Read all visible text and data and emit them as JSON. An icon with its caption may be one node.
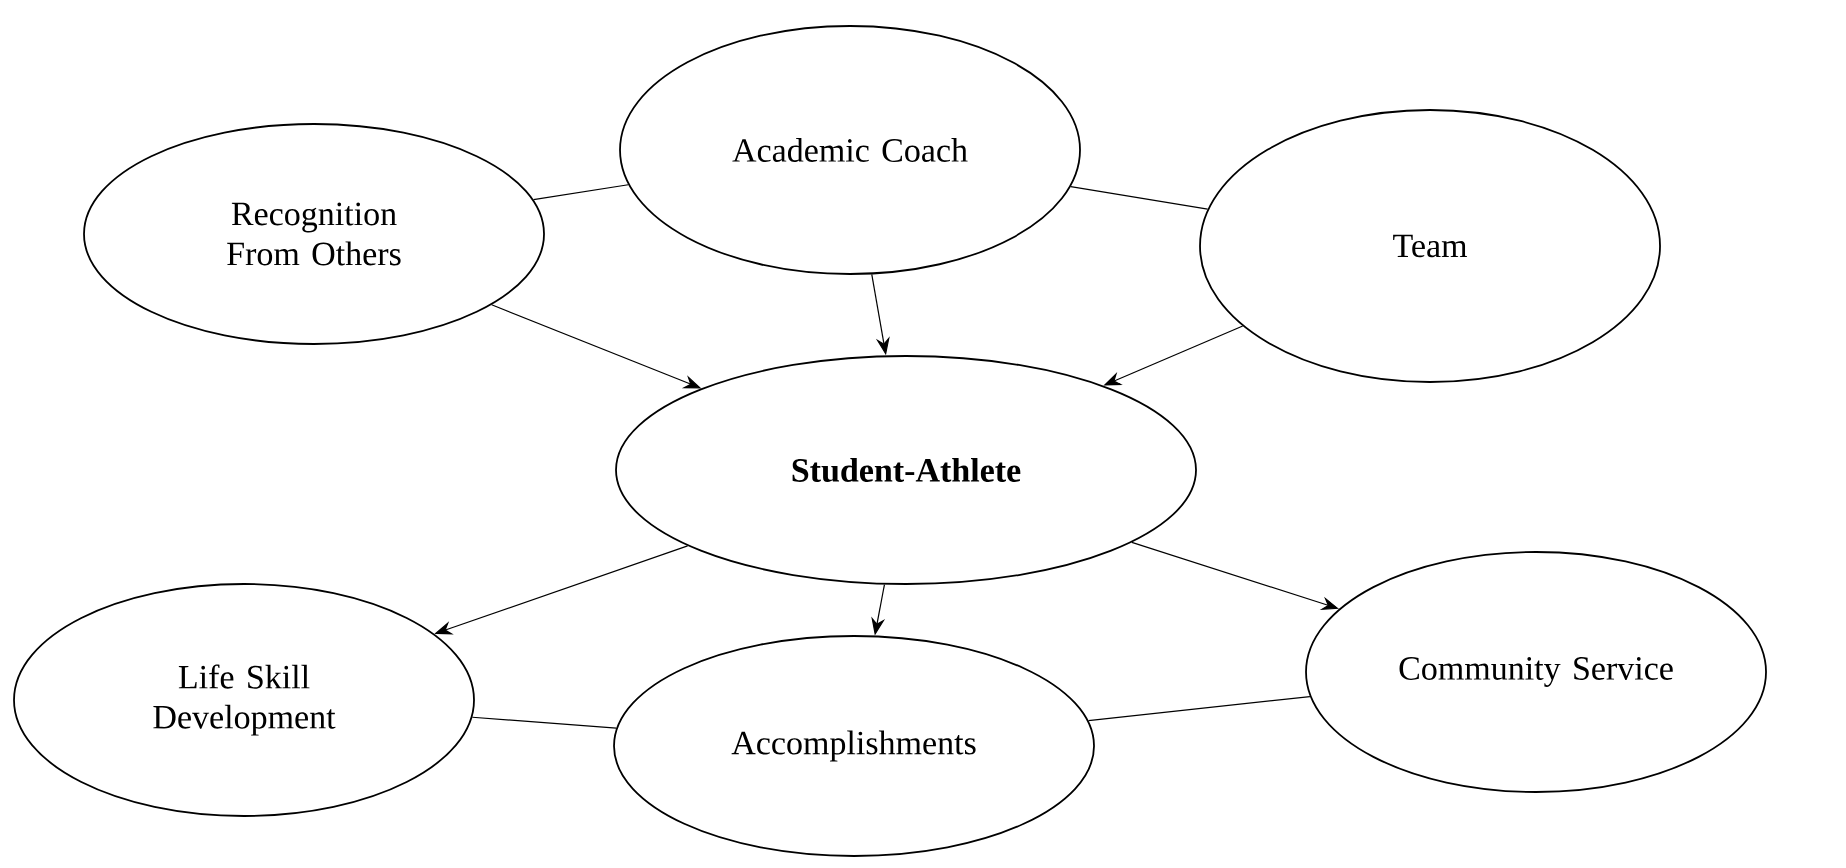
{
  "diagram": {
    "nodes": [
      {
        "text": [
          "Recognition From Others"
        ]
      },
      {
        "text": [
          "Academic Coach"
        ]
      },
      {
        "text": [
          "Team"
        ]
      },
      {
        "text": [
          "Student-Athlete"
        ]
      },
      {
        "text": [
          "Life Skill Development"
        ]
      },
      {
        "text": [
          "Accomplishments"
        ]
      },
      {
        "text": [
          "Community Service"
        ]
      }
    ],
    "edges": [
      {
        "from": 0,
        "to": 1,
        "arrow": "none"
      },
      {
        "from": 1,
        "to": 2,
        "arrow": "none"
      },
      {
        "from": 0,
        "to": 3,
        "arrow": "to"
      },
      {
        "from": 1,
        "to": 3,
        "arrow": "to"
      },
      {
        "from": 2,
        "to": 3,
        "arrow": "to"
      },
      {
        "from": 3,
        "to": 4,
        "arrow": "to"
      },
      {
        "from": 3,
        "to": 5,
        "arrow": "to"
      },
      {
        "from": 3,
        "to": 6,
        "arrow": "to"
      },
      {
        "from": 4,
        "to": 5,
        "arrow": "none"
      },
      {
        "from": 5,
        "to": 6,
        "arrow": "none"
      }
    ]
  }
}
